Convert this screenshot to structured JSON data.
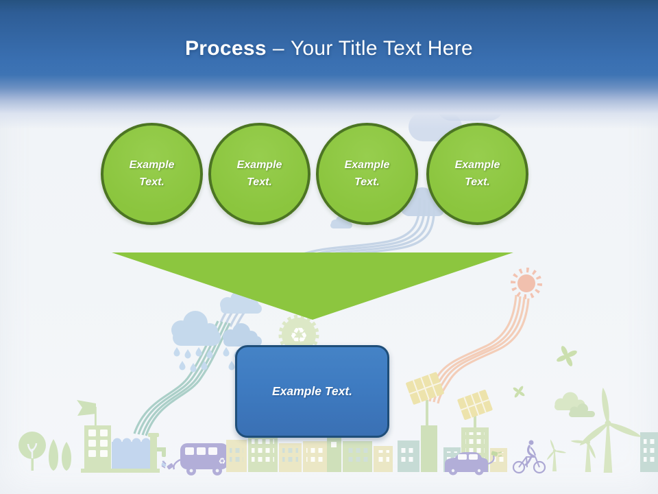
{
  "slide": {
    "title": {
      "emphasis": "Process",
      "separator": "–",
      "rest": "Your Title Text Here"
    },
    "steps": [
      {
        "line1": "Example",
        "line2": "Text."
      },
      {
        "line1": "Example",
        "line2": "Text."
      },
      {
        "line1": "Example",
        "line2": "Text."
      },
      {
        "line1": "Example",
        "line2": "Text."
      }
    ],
    "result": {
      "label": "Example Text."
    }
  },
  "glyphs": {
    "recycle": "♻"
  },
  "colors": {
    "header_gradient_top": "#26527F",
    "header_gradient_bottom": "#3E74B4",
    "title_text": "#FFFFFF",
    "step_circle_fill": "#8BC53E",
    "step_circle_border": "#4C7523",
    "arrow_fill": "#8CC63F",
    "result_box_fill": "#3E7BC1",
    "result_box_border": "#1F4E79",
    "slide_background": "#F1F4F8"
  },
  "background_illustrations": [
    "chimney-smoke-icon",
    "factory-steam-cloud-icon",
    "small-cloud-icon",
    "water-pipes-blue-icon",
    "water-pipes-teal-icon",
    "rain-clouds-icon",
    "raindrops-icon",
    "recycle-gear-icon",
    "sun-icon",
    "sun-rays-pipes-icon",
    "round-tree-icon",
    "cypress-trees-icon",
    "water-plant-building-icon",
    "flag-icon",
    "water-tank-icon",
    "faucet-icon",
    "electric-bus-icon",
    "city-skyline-icon",
    "solar-panel-icon",
    "electric-car-icon",
    "charging-plug-icon",
    "cyclist-icon",
    "wind-turbine-icon",
    "green-cloud-icon",
    "butterfly-icon"
  ]
}
